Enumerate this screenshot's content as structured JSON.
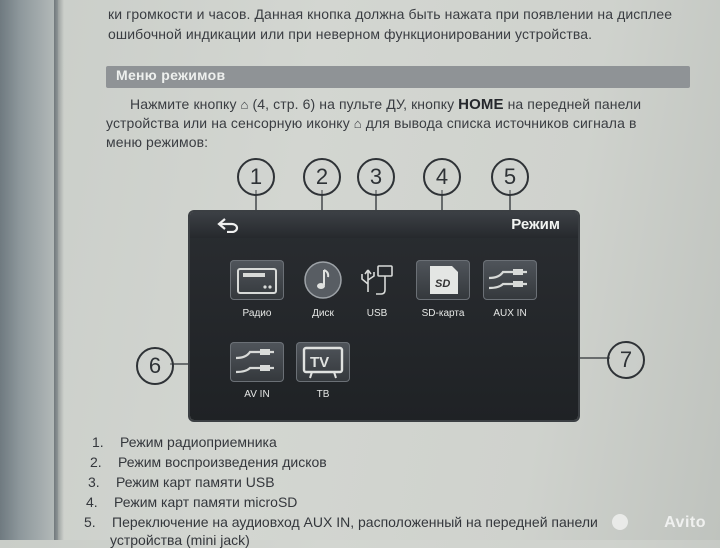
{
  "intro": {
    "line1": "ки громкости и часов. Данная кнопка должна быть нажата при появлении на дисплее",
    "line2": "ошибочной индикации или при неверном функционировании устройства."
  },
  "section": {
    "title": "Меню режимов"
  },
  "paragraph": {
    "p1_a": "Нажмите кнопку ",
    "home_glyph": "⌂",
    "p1_b": " (4, стр. 6) на пульте ДУ, кнопку ",
    "home_word": "HOME",
    "p1_c": " на передней панели",
    "p2_a": "устройства или на сенсорную иконку ",
    "p2_b": " для вывода списка источников сигнала в",
    "p3": "меню режимов:"
  },
  "screen": {
    "title": "Режим",
    "tiles": [
      {
        "label": "Радио",
        "icon": "radio-icon"
      },
      {
        "label": "Диск",
        "icon": "disc-icon"
      },
      {
        "label": "USB",
        "icon": "usb-icon"
      },
      {
        "label": "SD-карта",
        "icon": "sd-card-icon"
      },
      {
        "label": "AUX IN",
        "icon": "aux-cable-icon"
      },
      {
        "label": "AV IN",
        "icon": "av-cable-icon"
      },
      {
        "label": "ТВ",
        "icon": "tv-icon"
      }
    ]
  },
  "callouts": [
    "1",
    "2",
    "3",
    "4",
    "5",
    "6",
    "7"
  ],
  "list": [
    {
      "num": "1.",
      "text": "Режим радиоприемника"
    },
    {
      "num": "2.",
      "text": "Режим воспроизведения дисков"
    },
    {
      "num": "3.",
      "text": "Режим карт памяти USB"
    },
    {
      "num": "4.",
      "text": "Режим карт памяти microSD"
    },
    {
      "num": "5.",
      "text": "Переключение на аудиовход AUX IN, расположенный на передней панели"
    },
    {
      "num": "",
      "text": "устройства (mini jack)"
    }
  ],
  "watermark": "Avito",
  "colors": {
    "screen_bg": "#232629",
    "section_bar": "#8f9396",
    "callout_line": "#2e3236"
  }
}
